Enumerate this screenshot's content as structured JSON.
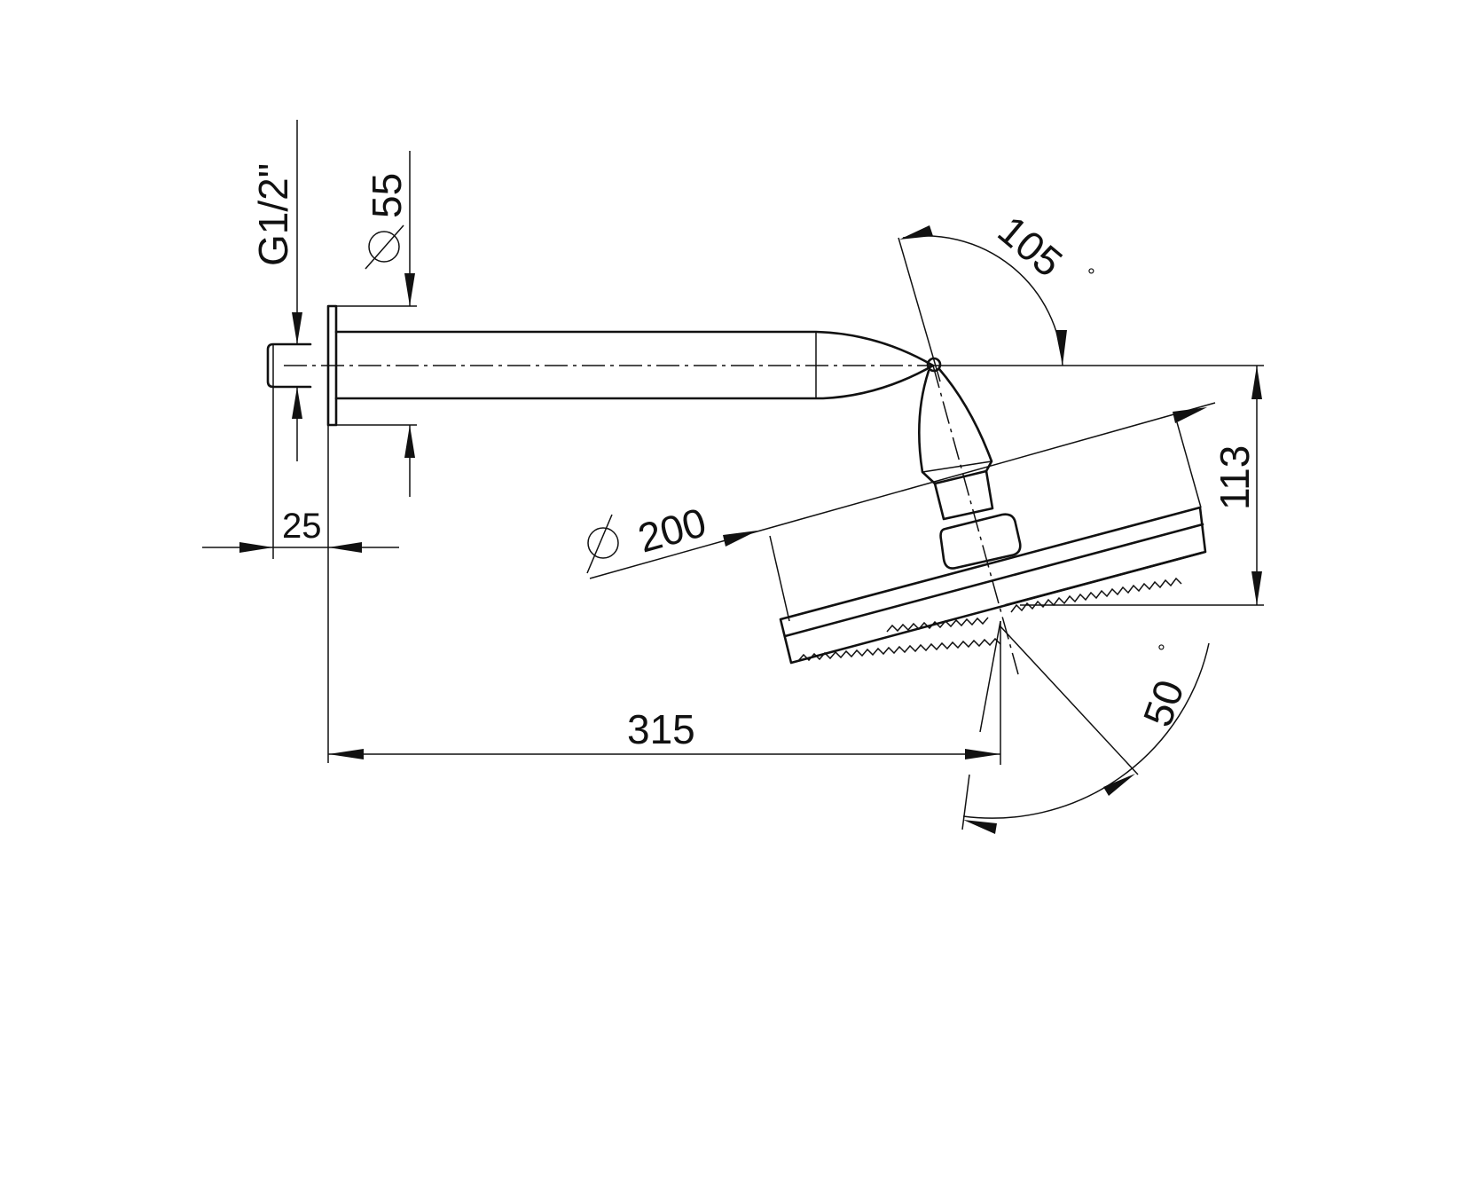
{
  "drawing": {
    "type": "technical dimension drawing",
    "subject": "wall-mounted shower arm with tilted round shower head",
    "colors": {
      "line": "#111111",
      "background": "#ffffff"
    }
  },
  "dimensions": {
    "thread": "G1/2\"",
    "flange_diameter": "55",
    "flange_depth": "25",
    "head_diameter": "200",
    "projection": "315",
    "height": "113",
    "swivel_angle_top": "105",
    "swivel_angle_bottom": "50",
    "degree_symbol": "°"
  }
}
